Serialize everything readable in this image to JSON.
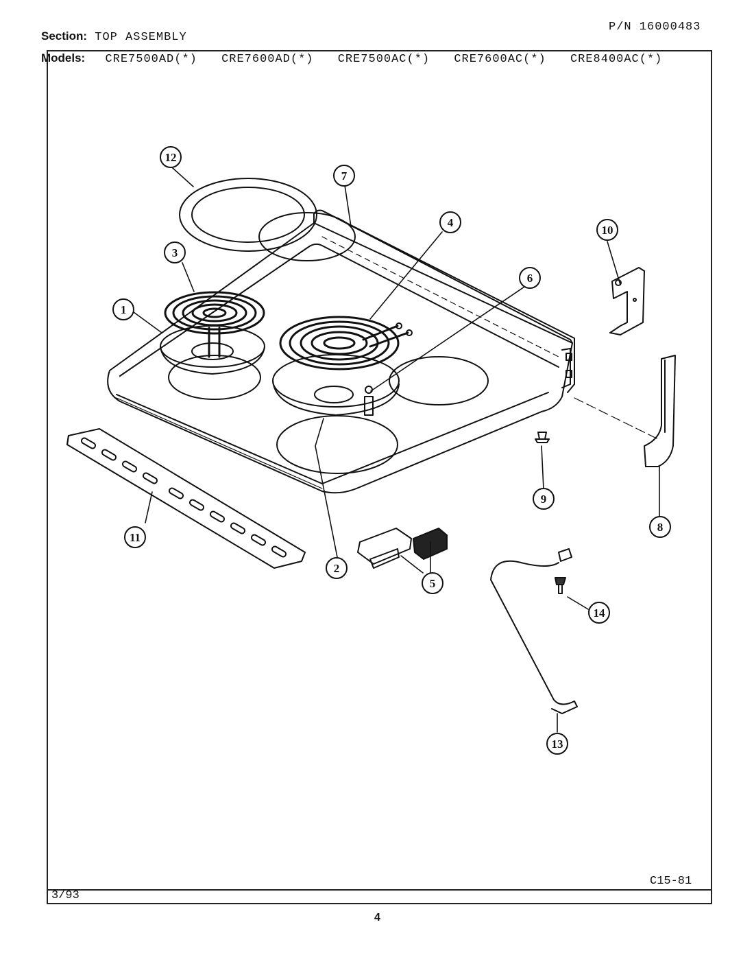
{
  "header": {
    "section_label": "Section:",
    "section_value": "TOP ASSEMBLY",
    "part_number": "P/N 16000483",
    "models_label": "Models:",
    "models": [
      "CRE7500AD(*)",
      "CRE7600AD(*)",
      "CRE7500AC(*)",
      "CRE7600AC(*)",
      "CRE8400AC(*)"
    ]
  },
  "callouts": [
    "1",
    "2",
    "3",
    "4",
    "5",
    "6",
    "7",
    "8",
    "9",
    "10",
    "11",
    "12",
    "13",
    "14"
  ],
  "footer": {
    "date": "3/93",
    "code": "C15-81",
    "page": "4"
  }
}
